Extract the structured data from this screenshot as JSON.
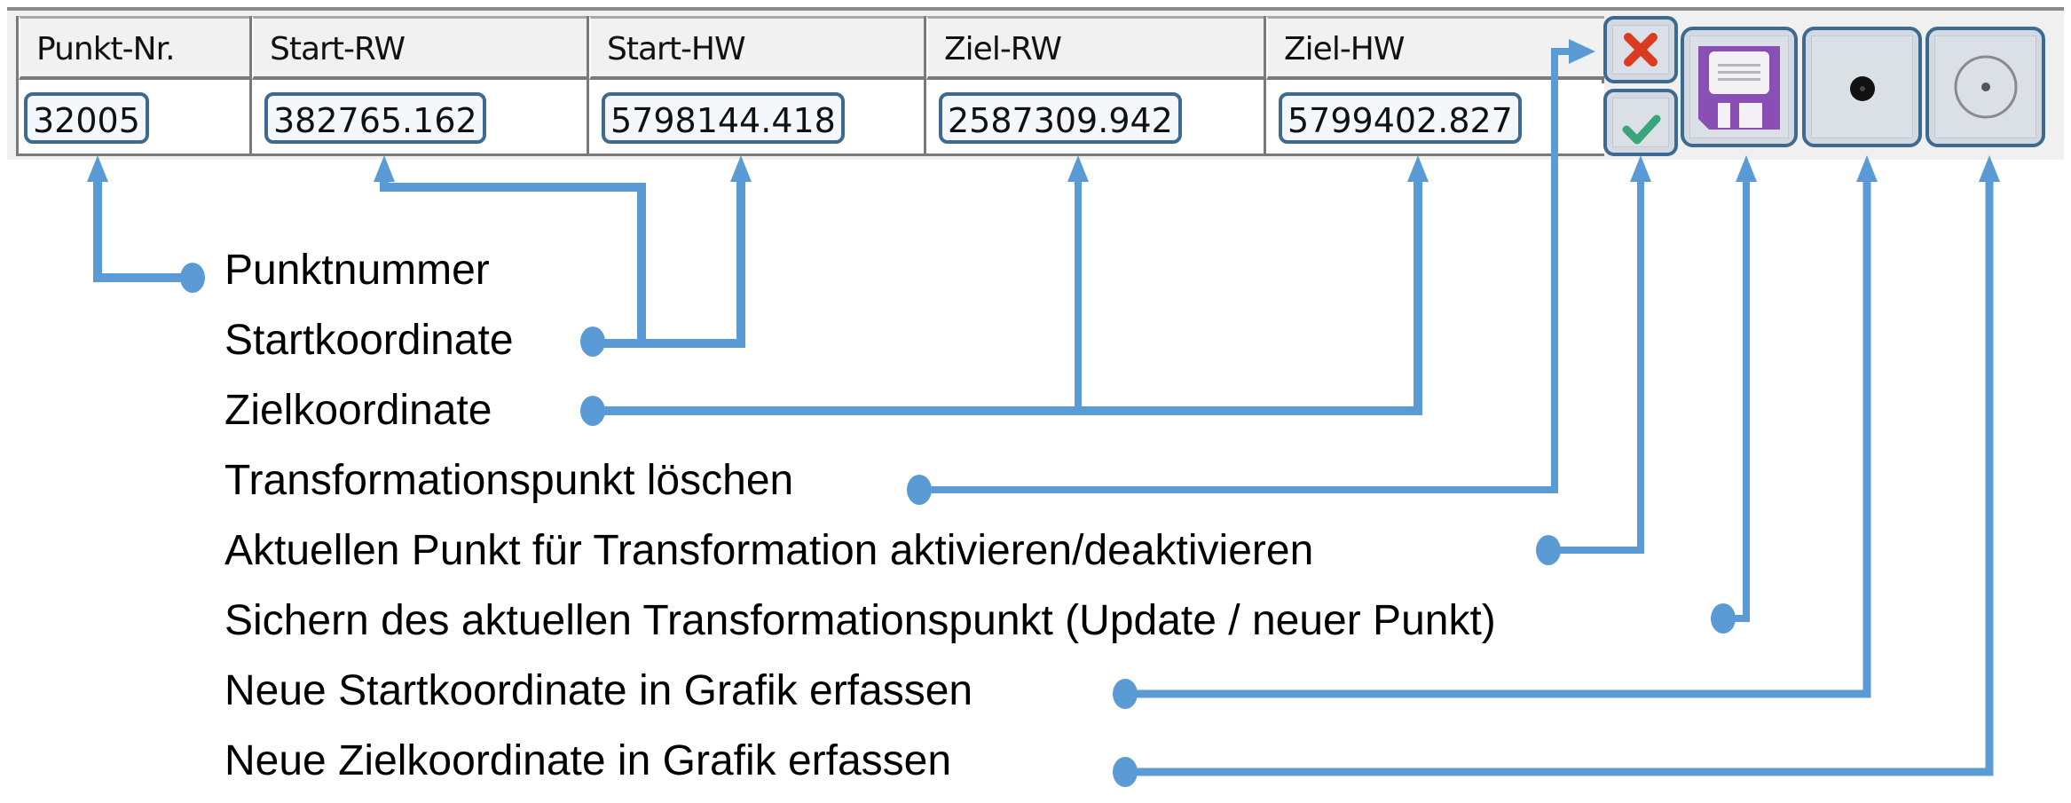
{
  "table": {
    "columns": [
      {
        "key": "punkt_nr",
        "header": "Punkt-Nr.",
        "value": "32005"
      },
      {
        "key": "start_rw",
        "header": "Start-RW",
        "value": "382765.162"
      },
      {
        "key": "start_hw",
        "header": "Start-HW",
        "value": "5798144.418"
      },
      {
        "key": "ziel_rw",
        "header": "Ziel-RW",
        "value": "2587309.942"
      },
      {
        "key": "ziel_hw",
        "header": "Ziel-HW",
        "value": "5799402.827"
      }
    ]
  },
  "buttons": {
    "delete": {
      "icon": "red-x-icon",
      "color": "#d93a22"
    },
    "activate": {
      "icon": "green-check-icon",
      "color": "#3aa57a"
    },
    "save": {
      "icon": "floppy-disk-icon",
      "color": "#8a4fb5"
    },
    "capture_start": {
      "icon": "filled-dot-icon",
      "color": "#111111"
    },
    "capture_target": {
      "icon": "circle-target-icon",
      "color": "#777777"
    }
  },
  "annotations": [
    {
      "key": "punktnummer",
      "text": "Punktnummer"
    },
    {
      "key": "startkoordinate",
      "text": "Startkoordinate"
    },
    {
      "key": "zielkoordinate",
      "text": "Zielkoordinate"
    },
    {
      "key": "loeschen",
      "text": "Transformationspunkt löschen"
    },
    {
      "key": "aktivieren",
      "text": "Aktuellen Punkt für Transformation aktivieren/deaktivieren"
    },
    {
      "key": "sichern",
      "text": "Sichern des aktuellen Transformationspunkt (Update / neuer Punkt)"
    },
    {
      "key": "neue_start",
      "text": "Neue Startkoordinate in Grafik erfassen"
    },
    {
      "key": "neue_ziel",
      "text": "Neue Zielkoordinate in Grafik erfassen"
    }
  ],
  "colors": {
    "callout": "#5b9bd5",
    "highlight_border": "#3f6a8f"
  }
}
